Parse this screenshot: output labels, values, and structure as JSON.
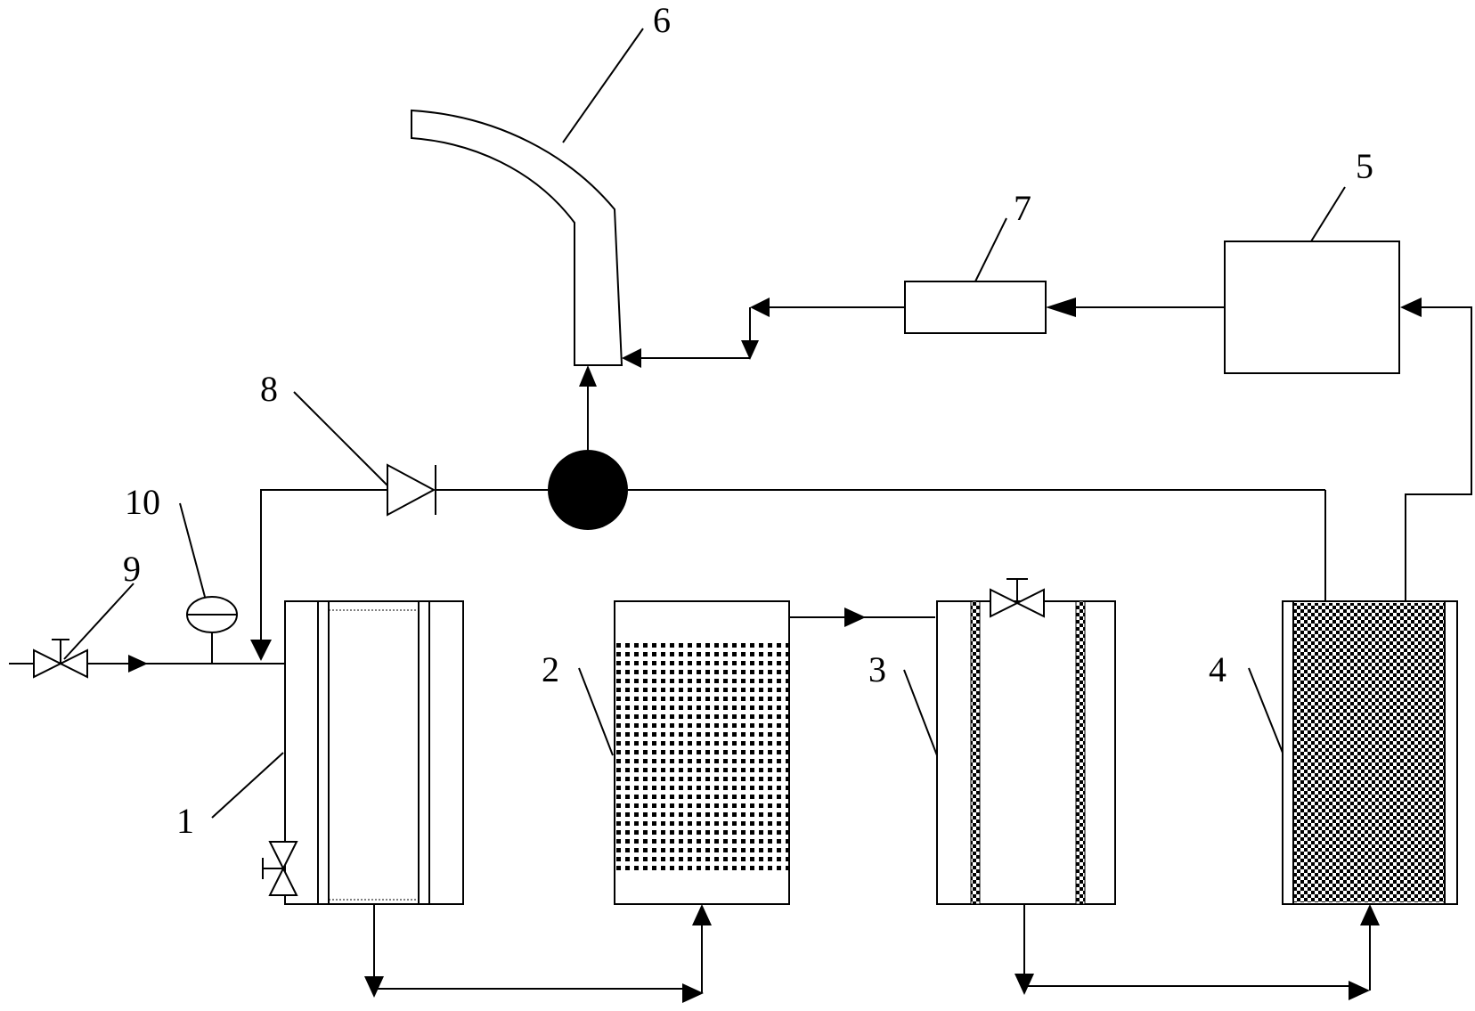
{
  "labels": {
    "c1": "1",
    "c2": "2",
    "c3": "3",
    "c4": "4",
    "c5": "5",
    "c6": "6",
    "c7": "7",
    "c8": "8",
    "c9": "9",
    "c10": "10"
  },
  "colors": {
    "stroke": "#000000",
    "background": "#ffffff"
  }
}
